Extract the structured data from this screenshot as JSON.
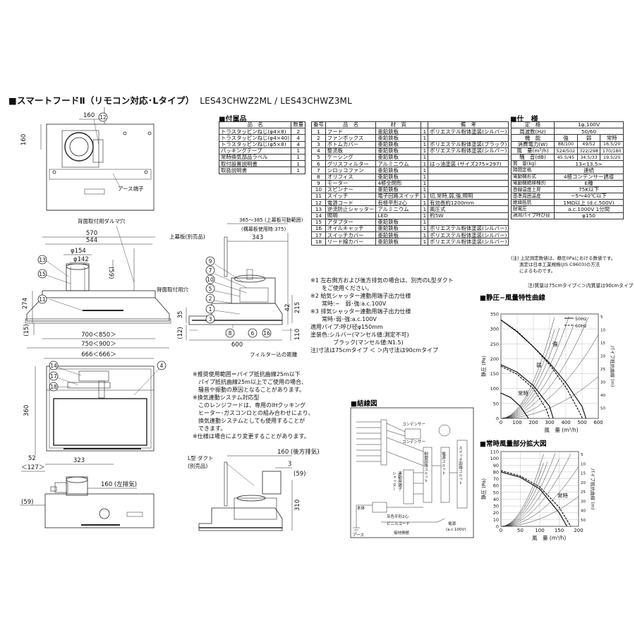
{
  "title": {
    "main": "■スマートフードⅡ（リモコン対応･Lタイプ）",
    "models": "LES43CHWZ2ML / LES43CHWZ3ML"
  },
  "accessories": {
    "heading": "■付属品",
    "headers": [
      "品　名",
      "数量"
    ],
    "rows": [
      [
        "トラスタッピンねじ(φ4×8)",
        "2"
      ],
      [
        "トラスタッピンねじ(φ4×40)",
        "4"
      ],
      [
        "トラスタッピンねじ(φ5×8)",
        "4"
      ],
      [
        "パッキングテープ",
        "1"
      ],
      [
        "常時換気部品ラベル",
        "1"
      ],
      [
        "取付設置説明書",
        "1"
      ],
      [
        "取扱説明書",
        "1"
      ]
    ]
  },
  "parts": {
    "headers": [
      "番号",
      "品　名",
      "材　質",
      "",
      "備　考"
    ],
    "rows": [
      [
        "1",
        "フード",
        "亜鉛鉄板",
        "1",
        "ポリエステル粉体塗装(シルバー)"
      ],
      [
        "2",
        "ファンボックス",
        "亜鉛鉄板",
        "1",
        ""
      ],
      [
        "3",
        "ボトムカバー",
        "亜鉛鉄板",
        "1",
        "ポリエステル粉体塗装(ブラック)"
      ],
      [
        "4",
        "整流板",
        "亜鉛鉄板",
        "1",
        "ポリエステル粉体塗装(シルバー)"
      ],
      [
        "5",
        "ケーシング",
        "亜鉛鉄板",
        "1",
        ""
      ],
      [
        "6",
        "グリスフィルター",
        "アルミニウム",
        "1",
        "はっ油塗装 (サイズ275×297)"
      ],
      [
        "7",
        "シロッコファン",
        "亜鉛鉄板",
        "1",
        ""
      ],
      [
        "8",
        "オリフィス",
        "亜鉛鉄板",
        "1",
        ""
      ],
      [
        "9",
        "モーター",
        "4極全閉形",
        "1",
        ""
      ],
      [
        "10",
        "スピンナー",
        "亜鉛鉄板",
        "1",
        ""
      ],
      [
        "11",
        "スイッチ",
        "電子回路スイッチ",
        "1",
        "切,常時,弱,強,照明"
      ],
      [
        "12",
        "電源コード",
        "有極平形2心",
        "1",
        "有効長約1200mm"
      ],
      [
        "13",
        "逆流防止シャッター",
        "アルミニウム",
        "1",
        "風圧式"
      ],
      [
        "14",
        "照明",
        "LED",
        "1",
        "約5W"
      ],
      [
        "15",
        "アダプター",
        "亜鉛鉄板",
        "1",
        ""
      ],
      [
        "16",
        "オイルキャッチ",
        "亜鉛鉄板",
        "1",
        "ポリエステル粉体塗装(シルバー)"
      ],
      [
        "17",
        "スイッチカバー",
        "亜鉛鉄板",
        "1",
        "ポリエステル粉体塗装(シルバー)"
      ],
      [
        "18",
        "リード線カバー",
        "亜鉛鉄板",
        "1",
        "ポリエステル粉体塗装(シルバー)"
      ]
    ]
  },
  "spec": {
    "heading": "■仕　様",
    "rows": [
      [
        "定　格",
        "1φ,100V"
      ],
      [
        "周波数(Hz)",
        "50/60"
      ]
    ],
    "perf_headers": [
      "機　能",
      "強",
      "弱",
      "常時"
    ],
    "perf_rows": [
      [
        "消費電力(W)",
        "88/100",
        "49/52",
        "16.5/20"
      ],
      [
        "風　量(m³/h)",
        "524/502",
        "322/298",
        "170/180"
      ],
      [
        "騒　音(dB)",
        "45.5/45",
        "34.5/33",
        "19.5/20"
      ]
    ],
    "rows2": [
      [
        "質　量(kg)",
        "13<13.5>"
      ],
      [
        "時間定格",
        "連続"
      ],
      [
        "電動機形式",
        "4極コンデンサー誘導"
      ],
      [
        "電動機絶縁種別",
        "E種"
      ],
      [
        "巻線温度上昇",
        "75K以下"
      ],
      [
        "基準周囲温度",
        "−5〜40℃以下"
      ],
      [
        "絶縁抵抗",
        "1MΩ以上 (d.c.500V)"
      ],
      [
        "耐電圧",
        "a.c.1000V 1分間"
      ],
      [
        "適用パイプ呼び径",
        "φ150"
      ]
    ],
    "note1": "(注) 上記測定数値は、静圧0Paにおける数値です。",
    "note2": "測定は日本工業規格(JIS C9603)の方法",
    "note3": "によるものです。",
    "note4": "注)質量は75cmタイプ＜＞内質量は90cmタイプ"
  },
  "notes_mid": [
    "※1 左右側方および後方排気の場合は、別売のL型ダクト",
    "　　をご使用ください。",
    "※2 給気シャッター連動用端子出力仕様",
    "　　常時:−　弱･強:a.c.100V",
    "※3 排気シャッター連動用端子出力仕様",
    "　　常時･弱･強:a.c.100V",
    "適用パイプ:呼び径φ150mm",
    "塗装色:シルバー(マンセル値:測定不可)",
    "　　　　ブラック(マンセル値:N1.5)",
    "注)寸法は75cmタイプ ＜ ＞内寸法は90cmタイプ"
  ],
  "notes_left": [
    "※推奨使用範囲＝パイプ抵抗曲線25m以下",
    "　パイプ抵抗曲線25m以上でご使用の場合、",
    "　騒音や振動の原因となることがあります。",
    "※換気連動システム対応型",
    "　このレンジフードは、専用のIHクッキング",
    "　ヒーター･ガスコンロとの組み合わせにより、",
    "　換気連動システムとしても使用することが",
    "　できます。",
    "※仕様は場合により変更することがあります。"
  ],
  "wiring": {
    "heading": "■結線図",
    "labels": {
      "capacitor1": "コンデンサー",
      "capacitor2": "コンデンサー",
      "circuit": "制御回路ユニット",
      "power_supply": "電源ユニット",
      "switch_unit": "スイッチ回路ユニット",
      "shutter1": "連動用端子",
      "shutter2": "シャッター",
      "ground": "アース",
      "cord": "灰色平形2心",
      "vinyl": "ビニルコード",
      "plug": "電源",
      "plug_v": "(a.c.100V)",
      "terminal": "接地側極",
      "body": "本体"
    }
  },
  "chart1": {
    "heading": "■静圧−風量特性曲線",
    "legend": [
      "50Hz",
      "60Hz"
    ],
    "ylabel": "静圧 (Pa)",
    "ylabel2": "パイプ抵抗曲線 (m)",
    "xlabel": "風　量 (m³/h)",
    "labels": [
      "強",
      "弱",
      "常時"
    ]
  },
  "chart2": {
    "heading": "■常時風量部分拡大図",
    "ylabel": "静圧 (Pa)",
    "ylabel2": "パイプ抵抗曲線 (m)",
    "xlabel": "風　量 (m³/h)",
    "labels": [
      "常時"
    ]
  },
  "chart_data": [
    {
      "type": "line",
      "title": "静圧−風量特性曲線",
      "xlabel": "風　量 (m³/h)",
      "ylabel": "静圧 (Pa)",
      "xlim": [
        0,
        600
      ],
      "ylim": [
        0,
        350
      ],
      "xticks": [
        0,
        100,
        200,
        300,
        400,
        500,
        600
      ],
      "yticks": [
        0,
        50,
        100,
        150,
        200,
        250,
        300,
        350
      ],
      "pipe_ticks": [
        5,
        10,
        15,
        20,
        25,
        30,
        40,
        50
      ],
      "series": [
        {
          "name": "50Hz",
          "points": [
            [
              0,
              330
            ],
            [
              100,
              290
            ],
            [
              200,
              240
            ],
            [
              300,
              185
            ],
            [
              400,
              120
            ],
            [
              500,
              40
            ],
            [
              524,
              0
            ]
          ]
        },
        {
          "name": "60Hz",
          "points": [
            [
              0,
              330
            ],
            [
              100,
              292
            ],
            [
              200,
              240
            ],
            [
              300,
              180
            ],
            [
              400,
              105
            ],
            [
              480,
              25
            ],
            [
              502,
              0
            ]
          ]
        },
        {
          "name": "弱50",
          "points": [
            [
              0,
              180
            ],
            [
              100,
              155
            ],
            [
              200,
              110
            ],
            [
              300,
              40
            ],
            [
              322,
              0
            ]
          ]
        },
        {
          "name": "弱60",
          "points": [
            [
              0,
              175
            ],
            [
              100,
              148
            ],
            [
              200,
              100
            ],
            [
              280,
              30
            ],
            [
              298,
              0
            ]
          ]
        },
        {
          "name": "常時",
          "points": [
            [
              0,
              85
            ],
            [
              60,
              70
            ],
            [
              120,
              40
            ],
            [
              170,
              0
            ]
          ]
        }
      ]
    },
    {
      "type": "line",
      "title": "常時風量部分拡大図",
      "xlabel": "風　量 (m³/h)",
      "ylabel": "静圧 (Pa)",
      "xlim": [
        0,
        200
      ],
      "ylim": [
        0,
        110
      ],
      "xticks": [
        0,
        50,
        100,
        150,
        200
      ],
      "yticks": [
        0,
        10,
        20,
        30,
        40,
        50,
        60,
        70,
        80,
        90,
        100,
        110
      ],
      "pipe_ticks": [
        5,
        10,
        15,
        20,
        25,
        30,
        40,
        50
      ],
      "series": [
        {
          "name": "常時50",
          "points": [
            [
              0,
              80
            ],
            [
              50,
              72
            ],
            [
              100,
              55
            ],
            [
              150,
              20
            ],
            [
              170,
              0
            ]
          ]
        },
        {
          "name": "常時60",
          "points": [
            [
              0,
              82
            ],
            [
              50,
              74
            ],
            [
              100,
              58
            ],
            [
              150,
              28
            ],
            [
              180,
              0
            ]
          ]
        }
      ]
    }
  ],
  "dims": {
    "d160": "160",
    "d160v": "160",
    "d570": "570",
    "d544": "544",
    "d154": "φ154",
    "d142": "φ142",
    "d59": "(59)",
    "d274": "274",
    "d15": "(15)",
    "d700": "700＜850＞",
    "d750": "750＜900＞",
    "d365": "365〜385 (上幕板可動範囲)",
    "d375": "(構幕板使用時:375)",
    "d343": "343",
    "d35": "35",
    "d12": "(12)",
    "d215": "215",
    "d600": "600",
    "d110": "110",
    "d42": "42",
    "d666": "666＜666＞",
    "d360": "360",
    "d52": "52",
    "d127": "＜127＞",
    "d323": "323",
    "d160l": "160 (左排気)",
    "d160b": "160 (後方排気)",
    "d3": "3",
    "d59b": "(59)",
    "d59c": "(59)",
    "d310": "310",
    "lbl_back_daruma": "背面取付用ダルマ穴",
    "lbl_back_hole": "背面取付用穴",
    "lbl_top_plate": "上幕板(別売品)",
    "lbl_filter": "フィルター込の距離",
    "lbl_earth": "アース端子",
    "lbl_lduct": "L型 ダクト",
    "lbl_lduct2": "(別売品)",
    "callouts": [
      "12",
      "13",
      "15",
      "11",
      "9",
      "7",
      "10",
      "5",
      "2",
      "1",
      "3",
      "8",
      "6",
      "16",
      "14",
      "17",
      "18",
      "4"
    ]
  }
}
